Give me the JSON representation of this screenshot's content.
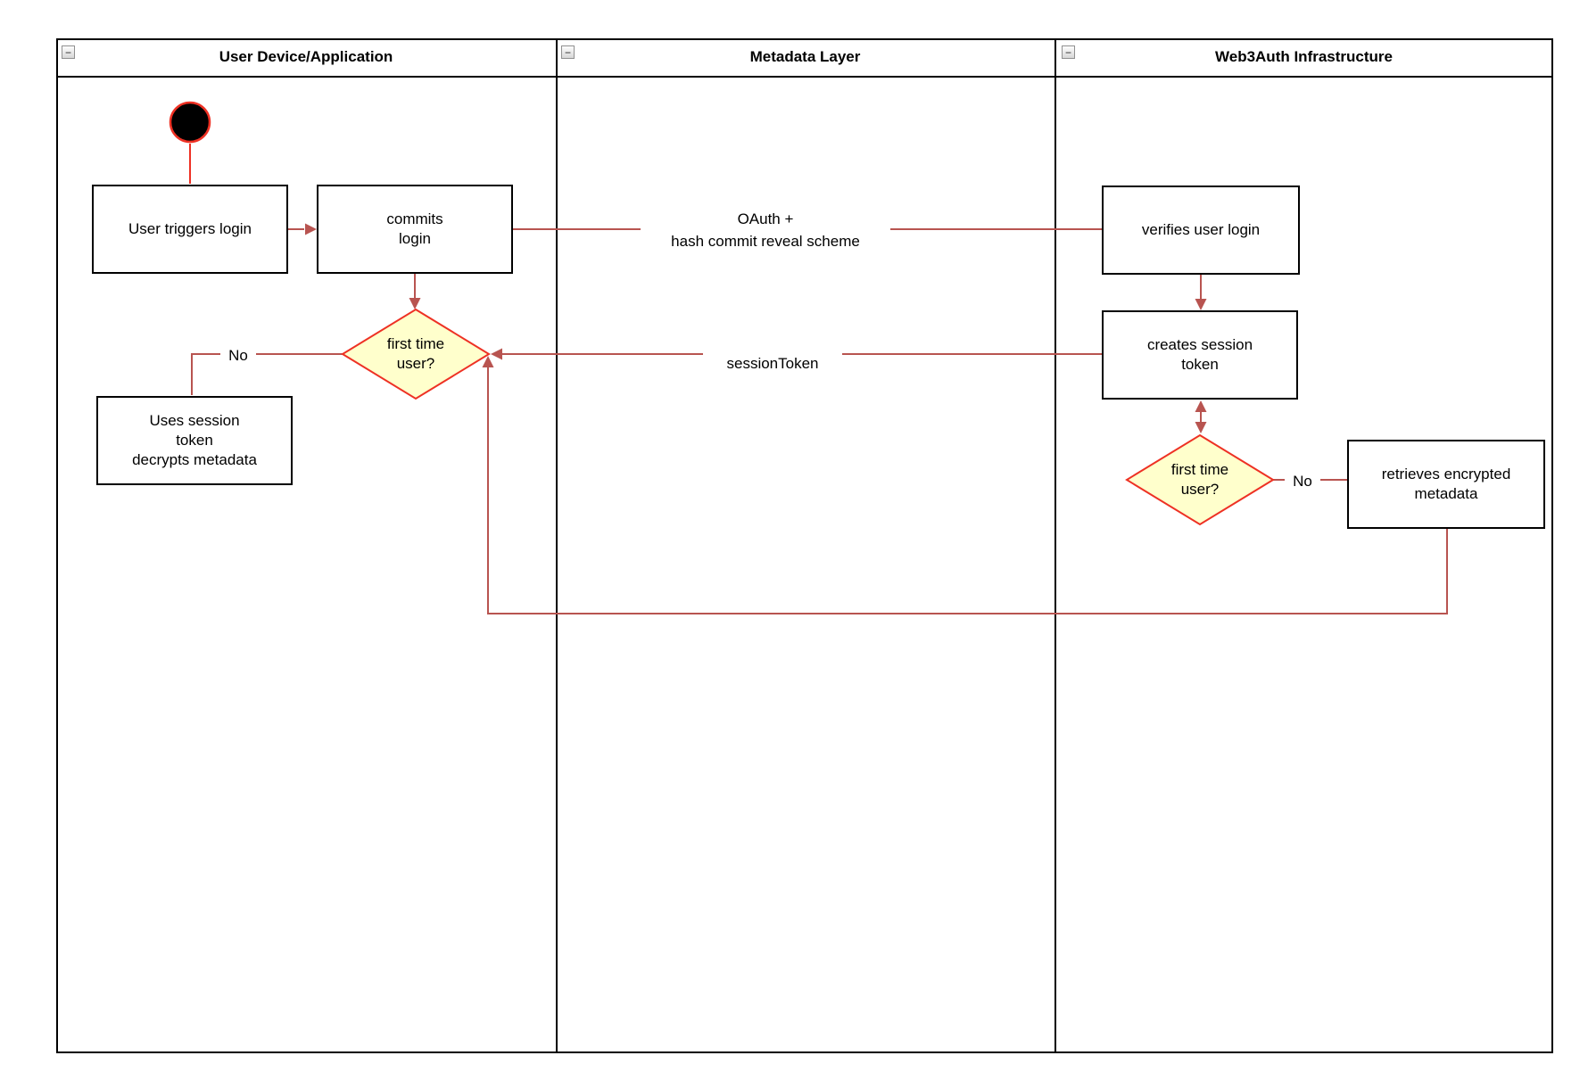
{
  "lanes": [
    {
      "title": "User Device/Application"
    },
    {
      "title": "Metadata Layer"
    },
    {
      "title": "Web3Auth Infrastructure"
    }
  ],
  "icons": {
    "collapse": "−"
  },
  "nodes": {
    "user_triggers_login": {
      "label": "User triggers login"
    },
    "commits_login": {
      "label": "commits\nlogin"
    },
    "first_time_user_device": {
      "label": "first time\nuser?"
    },
    "uses_session_token": {
      "label": "Uses session\ntoken\ndecrypts metadata"
    },
    "verifies_user_login": {
      "label": "verifies user login"
    },
    "creates_session_token": {
      "label": "creates session\ntoken"
    },
    "first_time_user_infra": {
      "label": "first time\nuser?"
    },
    "retrieves_encrypted_metadata": {
      "label": "retrieves encrypted\nmetadata"
    }
  },
  "edge_labels": {
    "oauth": "OAuth +\nhash commit reveal scheme",
    "session_token": "sessionToken",
    "no_user_device": "No",
    "no_infrastructure": "No"
  },
  "colors": {
    "connector": "#B85450",
    "shape_red": "#EE3124",
    "decision_fill": "#FFFFCC",
    "node_border": "#000000",
    "lane_border": "#000000"
  }
}
